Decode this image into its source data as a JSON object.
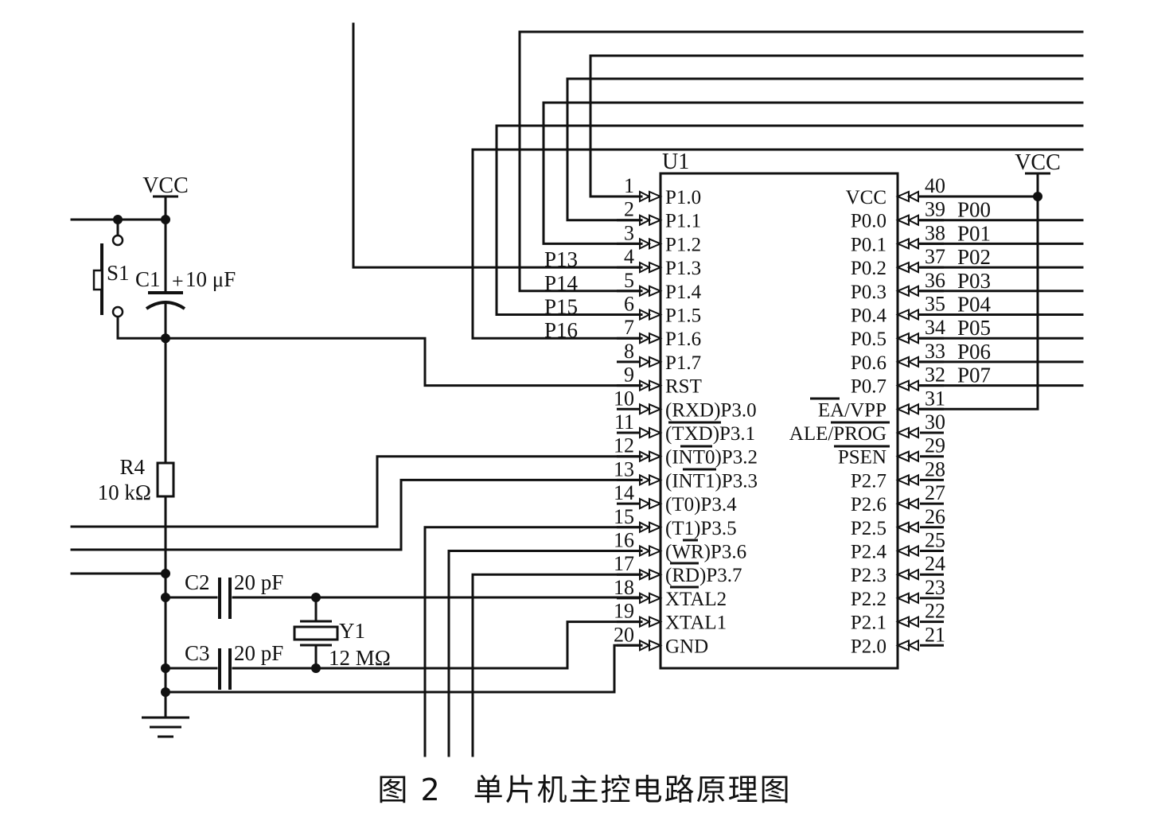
{
  "colors": {
    "ink": "#111111",
    "background": "#ffffff"
  },
  "chip": {
    "ref": "U1",
    "left_pins": [
      {
        "num": "1",
        "name": "P1.0"
      },
      {
        "num": "2",
        "name": "P1.1"
      },
      {
        "num": "3",
        "name": "P1.2"
      },
      {
        "num": "4",
        "name": "P1.3",
        "net": "P13"
      },
      {
        "num": "5",
        "name": "P1.4",
        "net": "P14"
      },
      {
        "num": "6",
        "name": "P1.5",
        "net": "P15"
      },
      {
        "num": "7",
        "name": "P1.6",
        "net": "P16"
      },
      {
        "num": "8",
        "name": "P1.7"
      },
      {
        "num": "9",
        "name": "RST"
      },
      {
        "num": "10",
        "name": "(RXD)P3.0"
      },
      {
        "num": "11",
        "name": "(TXD)P3.1"
      },
      {
        "num": "12",
        "name": "(INT0)P3.2"
      },
      {
        "num": "13",
        "name": "(INT1)P3.3"
      },
      {
        "num": "14",
        "name": "(T0)P3.4"
      },
      {
        "num": "15",
        "name": "(T1)P3.5"
      },
      {
        "num": "16",
        "name": "(WR)P3.6"
      },
      {
        "num": "17",
        "name": "(RD)P3.7"
      },
      {
        "num": "18",
        "name": "XTAL2"
      },
      {
        "num": "19",
        "name": "XTAL1"
      },
      {
        "num": "20",
        "name": "GND"
      }
    ],
    "right_pins": [
      {
        "num": "40",
        "name": "VCC"
      },
      {
        "num": "39",
        "name": "P0.0",
        "net": "P00"
      },
      {
        "num": "38",
        "name": "P0.1",
        "net": "P01"
      },
      {
        "num": "37",
        "name": "P0.2",
        "net": "P02"
      },
      {
        "num": "36",
        "name": "P0.3",
        "net": "P03"
      },
      {
        "num": "35",
        "name": "P0.4",
        "net": "P04"
      },
      {
        "num": "34",
        "name": "P0.5",
        "net": "P05"
      },
      {
        "num": "33",
        "name": "P0.6",
        "net": "P06"
      },
      {
        "num": "32",
        "name": "P0.7",
        "net": "P07"
      },
      {
        "num": "31",
        "name": "EA/VPP"
      },
      {
        "num": "30",
        "name": "ALE/PROG"
      },
      {
        "num": "29",
        "name": "PSEN"
      },
      {
        "num": "28",
        "name": "P2.7"
      },
      {
        "num": "27",
        "name": "P2.6"
      },
      {
        "num": "26",
        "name": "P2.5"
      },
      {
        "num": "25",
        "name": "P2.4"
      },
      {
        "num": "24",
        "name": "P2.3"
      },
      {
        "num": "23",
        "name": "P2.2"
      },
      {
        "num": "22",
        "name": "P2.1"
      },
      {
        "num": "21",
        "name": "P2.0"
      }
    ]
  },
  "components": {
    "vcc_left": "VCC",
    "vcc_right": "VCC",
    "s1": "S1",
    "c1": "C1",
    "c1_value": "10 μF",
    "r4": "R4",
    "r4_value": "10 kΩ",
    "c2": "C2",
    "c2_value": "20 pF",
    "c3": "C3",
    "c3_value": "20 pF",
    "y1": "Y1",
    "y1_value": "12 MΩ"
  },
  "caption": "图 2　单片机主控电路原理图"
}
